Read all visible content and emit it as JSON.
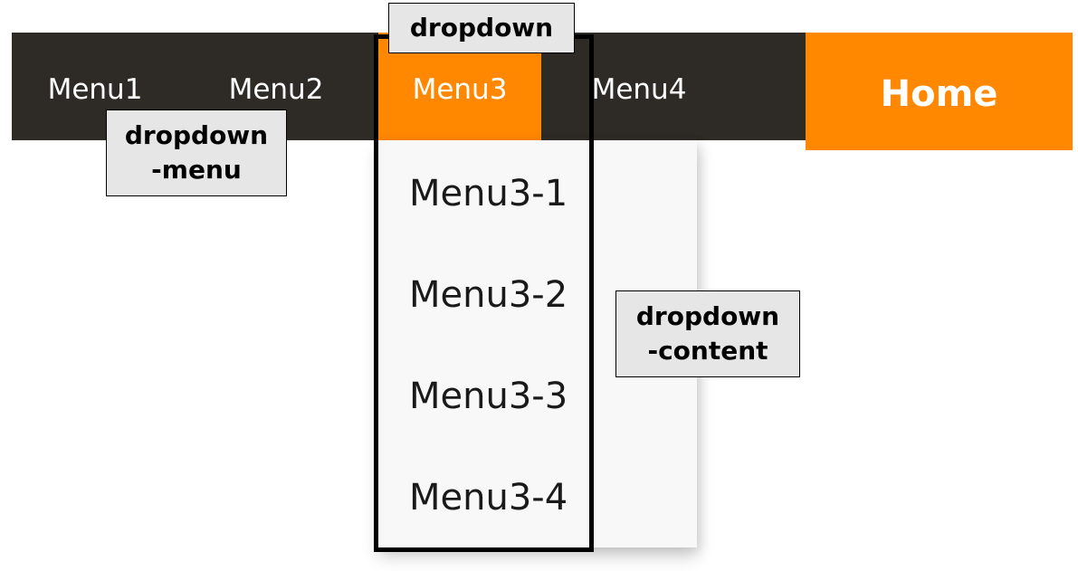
{
  "navbar": {
    "items": [
      {
        "label": "Menu1"
      },
      {
        "label": "Menu2"
      },
      {
        "label": "Menu3",
        "active": true
      },
      {
        "label": "Menu4"
      }
    ],
    "home_label": "Home"
  },
  "dropdown": {
    "items": [
      {
        "label": "Menu3-1"
      },
      {
        "label": "Menu3-2"
      },
      {
        "label": "Menu3-3"
      },
      {
        "label": "Menu3-4"
      }
    ]
  },
  "annotations": {
    "dropdown": "dropdown",
    "dropdown_menu": "dropdown\n-menu",
    "dropdown_content": "dropdown\n-content"
  },
  "colors": {
    "navbar_bg": "#2e2b27",
    "accent": "#ff8800",
    "dropdown_bg": "#f8f8f8",
    "annotation_bg": "#e6e6e6"
  }
}
